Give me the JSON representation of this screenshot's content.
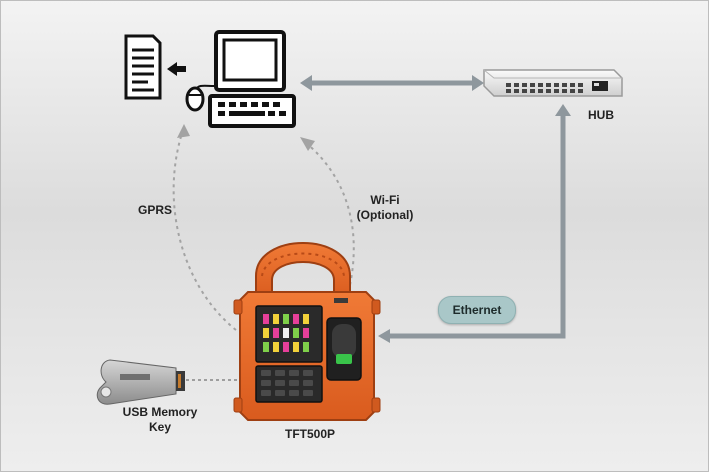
{
  "labels": {
    "hub": "HUB",
    "gprs": "GPRS",
    "wifi": "Wi-Fi\n(Optional)",
    "ethernet": "Ethernet",
    "usb": "USB Memory\nKey",
    "device": "TFT500P"
  },
  "colors": {
    "device_orange": "#e8682a",
    "connector_gray": "#9aa2a8",
    "pill": "#a9c7c8"
  },
  "icons": [
    "document-icon",
    "computer-icon",
    "mouse-icon",
    "hub-icon",
    "usb-key-icon",
    "fingerprint-icon"
  ]
}
